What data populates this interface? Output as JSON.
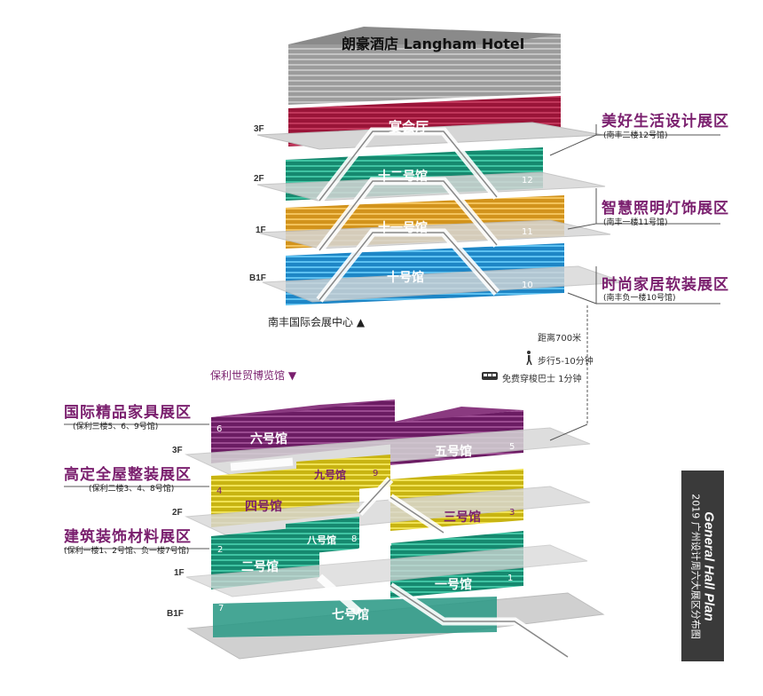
{
  "hotel": {
    "title": "朗豪酒店 Langham Hotel"
  },
  "north": {
    "floors": [
      "3F",
      "2F",
      "1F",
      "B1F"
    ],
    "halls": {
      "banquet": "宴会厅",
      "h12": "十二号馆",
      "h11": "十一号馆",
      "h10": "十号馆"
    },
    "nums": {
      "h12": "12",
      "h11": "11",
      "h10": "10"
    },
    "location": "南丰国际会展中心 ▲"
  },
  "right_zones": [
    {
      "title": "美好生活设计展区",
      "sub": "(南丰二楼12号馆)"
    },
    {
      "title": "智慧照明灯饰展区",
      "sub": "(南丰一楼11号馆)"
    },
    {
      "title": "时尚家居软装展区",
      "sub": "(南丰负一楼10号馆)"
    }
  ],
  "transport": {
    "distance": "距离700米",
    "walk": "步行5-10分钟",
    "bus": "免费穿梭巴士 1分钟"
  },
  "south": {
    "location": "保利世贸博览馆 ▼",
    "floors": [
      "3F",
      "2F",
      "1F",
      "B1F"
    ],
    "halls": {
      "h6": "六号馆",
      "h5": "五号馆",
      "h9": "九号馆",
      "h4": "四号馆",
      "h3": "三号馆",
      "h8": "八号馆",
      "h2": "二号馆",
      "h1": "一号馆",
      "h7": "七号馆"
    },
    "nums": {
      "h6": "6",
      "h5": "5",
      "h9": "9",
      "h4": "4",
      "h3": "3",
      "h8": "8",
      "h2": "2",
      "h1": "1",
      "h7": "7"
    }
  },
  "left_zones": [
    {
      "title": "国际精品家具展区",
      "sub": "(保利三楼5、6、9号馆)"
    },
    {
      "title": "高定全屋整装展区",
      "sub": "(保利二楼3、4、8号馆)"
    },
    {
      "title": "建筑装饰材料展区",
      "sub": "(保利一楼1、2号馆、负一楼7号馆)"
    }
  ],
  "plan": {
    "title_en": "General Hall Plan",
    "title_cn": "2019 广州设计周六大展区分布图"
  },
  "colors": {
    "purple": "#7a1f6e",
    "banquet": "#a0173f",
    "teal": "#1e9a80",
    "gold": "#e0a52c",
    "blue": "#2a9ad9",
    "yellow": "#d6c21a",
    "dark_teal": "#1d8f74",
    "slab": "#d8d8d8",
    "tower": "#9a9a9a"
  }
}
